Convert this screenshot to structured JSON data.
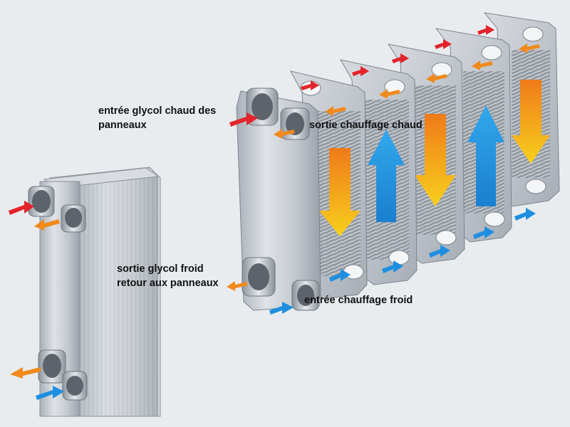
{
  "labels": {
    "hot_glycol_in": [
      "entrée glycol chaud  des",
      "panneaux"
    ],
    "hot_heating_out": "sortie chauffage chaud",
    "cold_glycol_out": [
      "sortie glycol froid",
      "retour aux panneaux"
    ],
    "cold_heating_in": "entrée chauffage froid"
  },
  "colors": {
    "background": "#e9ecef",
    "hot_inlet_arrow": "#e3242b",
    "outlet_arrow": "#f08a1c",
    "cold_inlet_arrow": "#1e8fe0",
    "hot_flow_gradient": [
      "#ef7a1a",
      "#f8c21c"
    ],
    "cold_flow": "#1f9ae0",
    "plate_metal": "#c9ced4"
  },
  "icons": [
    "hot-inlet-arrow-icon",
    "outlet-arrow-icon",
    "cold-inlet-arrow-icon",
    "hot-flow-arrow-icon",
    "cold-flow-arrow-icon"
  ]
}
